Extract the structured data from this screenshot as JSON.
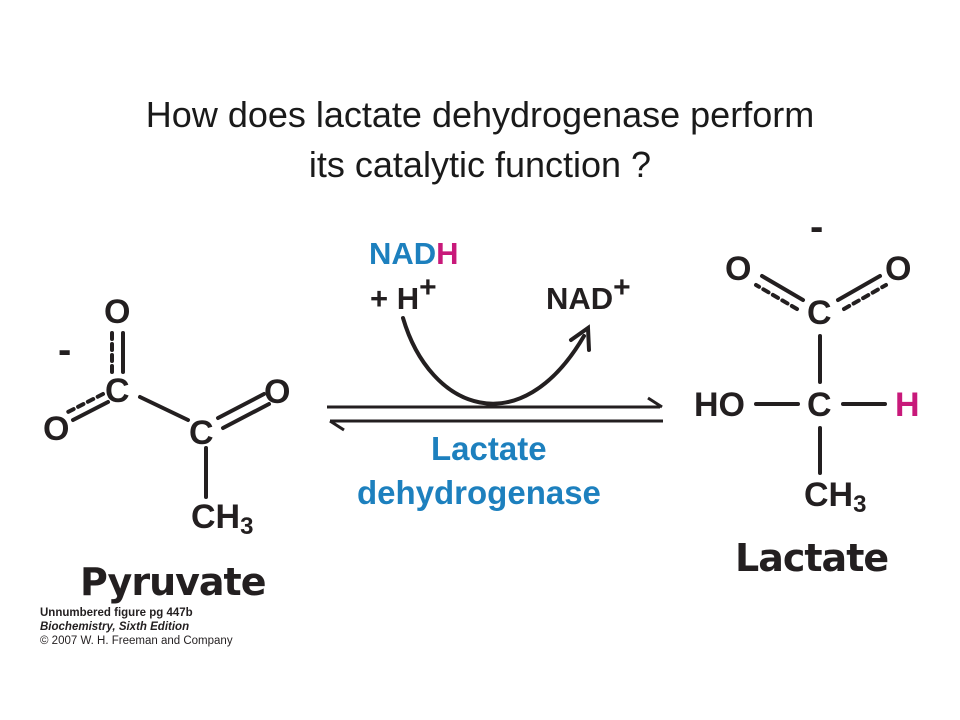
{
  "title": {
    "line1": "How does lactate dehydrogenase perform",
    "line2": "its catalytic function ?"
  },
  "pyruvate": {
    "name": "Pyruvate",
    "charge": "-",
    "atoms": {
      "o_top": "O",
      "o_left": "O",
      "c_carboxyl": "C",
      "c_keto": "C",
      "o_keto": "O",
      "ch3": "CH",
      "ch3_sub": "3"
    }
  },
  "reaction": {
    "nadh_nad": "NAD",
    "nadh_h": "H",
    "plus_h": "+ H",
    "plus_h_sup": "+",
    "nad_plus": "NAD",
    "nad_plus_sup": "+",
    "enzyme_line1": "Lactate",
    "enzyme_line2": "dehydrogenase"
  },
  "lactate": {
    "name": "Lactate",
    "charge": "-",
    "atoms": {
      "o_left": "O",
      "o_right": "O",
      "c_carboxyl": "C",
      "ho": "HO",
      "c_center": "C",
      "h": "H",
      "ch3": "CH",
      "ch3_sub": "3"
    }
  },
  "credit": {
    "line1": "Unnumbered figure pg 447b",
    "line2": "Biochemistry, Sixth Edition",
    "line3": "© 2007 W. H. Freeman and Company"
  },
  "colors": {
    "nad_blue": "#1d80be",
    "hydrogen_magenta": "#c8197a",
    "text": "#231f20"
  }
}
